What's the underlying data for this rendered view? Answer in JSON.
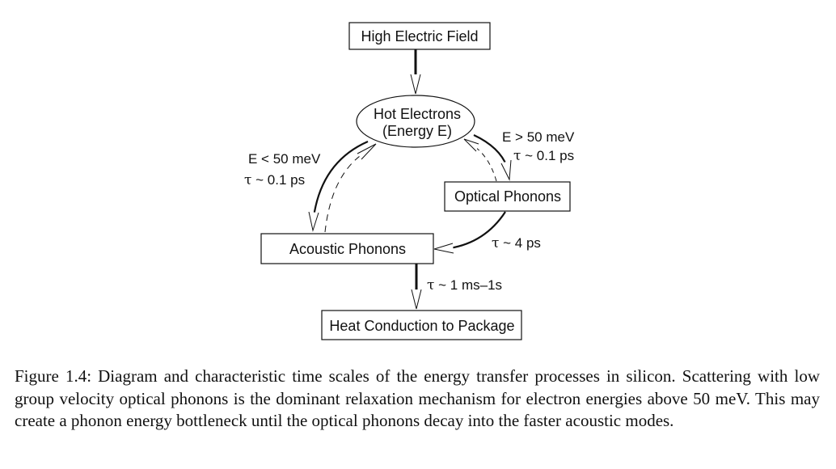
{
  "diagram": {
    "nodes": {
      "high_field": "High Electric Field",
      "hot_electrons_line1": "Hot Electrons",
      "hot_electrons_line2": "(Energy E)",
      "optical_phonons": "Optical Phonons",
      "acoustic_phonons": "Acoustic Phonons",
      "heat_conduction": "Heat Conduction to Package"
    },
    "labels": {
      "low_energy": "E < 50 meV",
      "low_energy_tau_symbol": "τ",
      "low_energy_tau_value": " ~ 0.1 ps",
      "high_energy": "E > 50 meV",
      "high_energy_tau_symbol": "τ",
      "high_energy_tau_value": " ~ 0.1 ps",
      "optical_decay_tau_symbol": "τ",
      "optical_decay_tau_value": " ~ 4 ps",
      "heat_tau_symbol": "τ",
      "heat_tau_value": " ~ 1 ms–1s"
    }
  },
  "caption": {
    "text": "Figure 1.4: Diagram and characteristic time scales of the energy transfer processes in silicon. Scattering with low group velocity optical phonons is the dominant relaxation mechanism for electron energies above 50 meV. This may create a phonon energy bottleneck until the optical phonons decay into the faster acoustic modes."
  }
}
